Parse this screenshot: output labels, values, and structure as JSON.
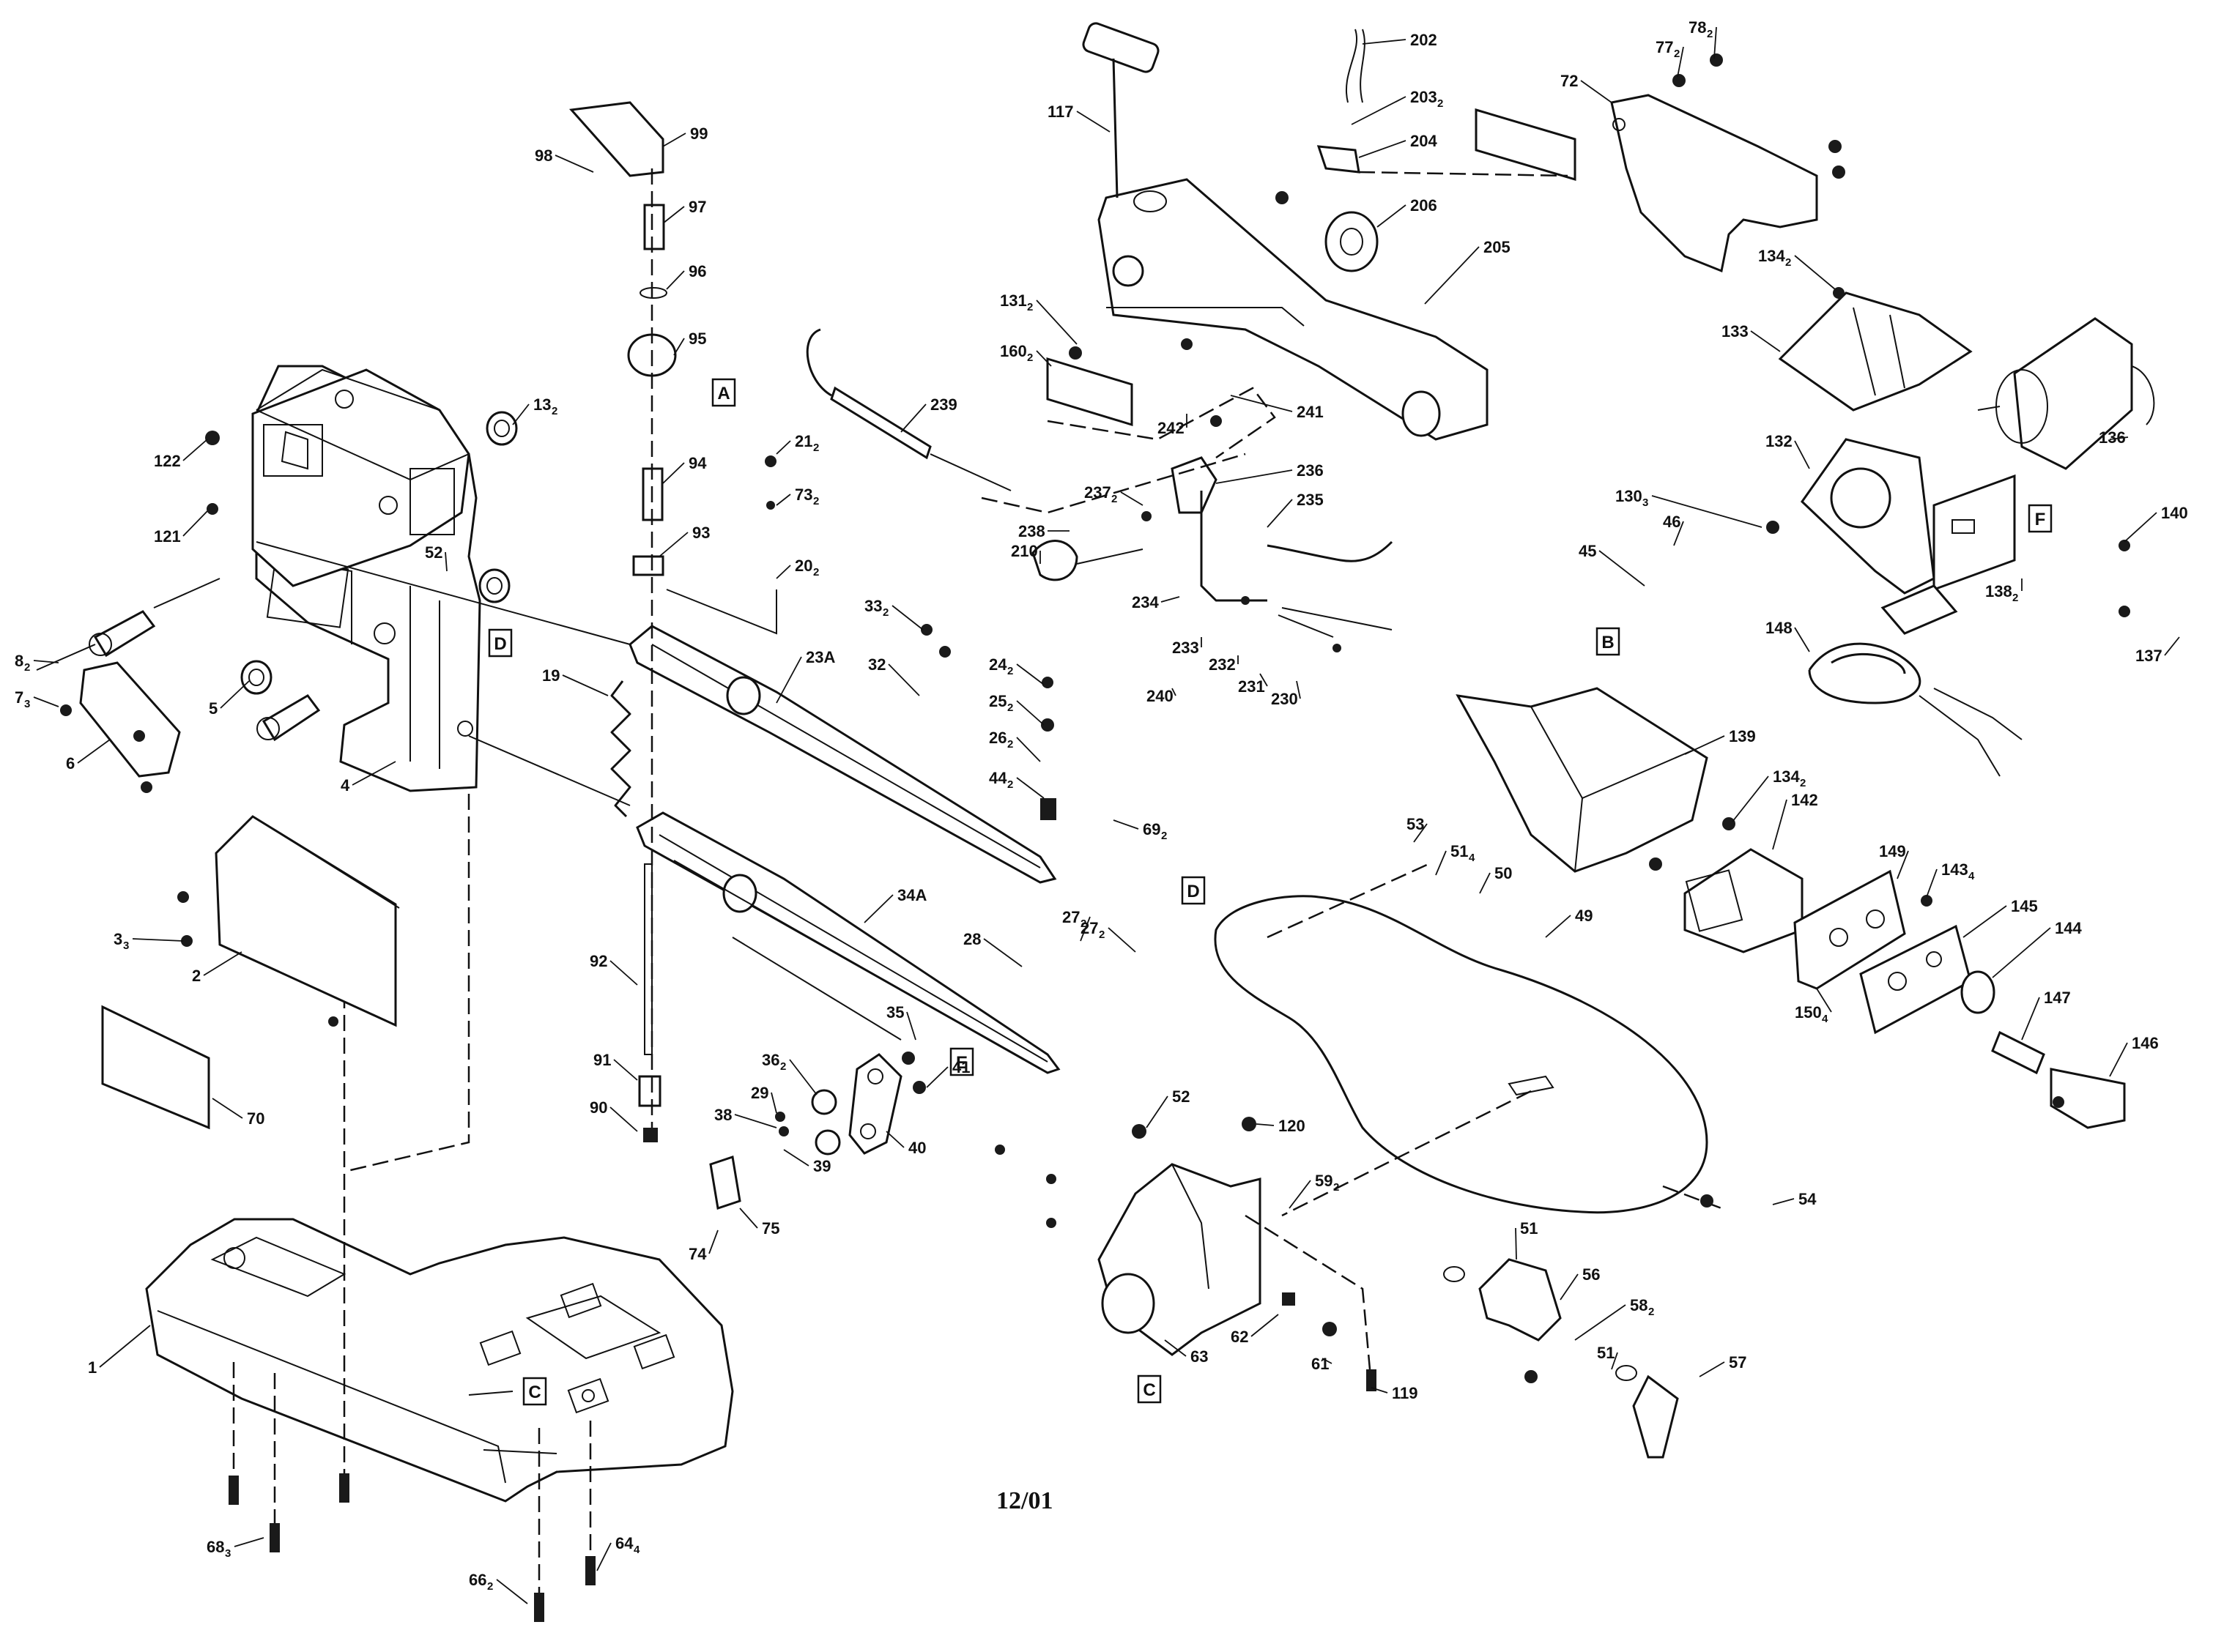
{
  "footer_date": "12/01",
  "section_tags": [
    "A",
    "B",
    "C",
    "D",
    "E",
    "F"
  ],
  "part_labels": [
    "1",
    "2",
    "3",
    "4",
    "5",
    "6",
    "7",
    "8",
    "13",
    "19",
    "20",
    "21",
    "23A",
    "24",
    "25",
    "26",
    "27",
    "28",
    "29",
    "32",
    "33",
    "34A",
    "35",
    "36",
    "38",
    "39",
    "40",
    "41",
    "44",
    "45",
    "46",
    "49",
    "50",
    "51",
    "52",
    "53",
    "54",
    "56",
    "57",
    "58",
    "59",
    "61",
    "62",
    "63",
    "64",
    "66",
    "68",
    "69",
    "70",
    "72",
    "73",
    "74",
    "75",
    "77",
    "78",
    "90",
    "91",
    "92",
    "93",
    "94",
    "95",
    "96",
    "97",
    "98",
    "99",
    "117",
    "119",
    "120",
    "121",
    "122",
    "130",
    "131",
    "132",
    "133",
    "134",
    "136",
    "137",
    "138",
    "139",
    "140",
    "142",
    "143",
    "144",
    "145",
    "146",
    "147",
    "148",
    "149",
    "150",
    "160",
    "202",
    "203",
    "204",
    "205",
    "206",
    "210",
    "230",
    "231",
    "232",
    "233",
    "234",
    "235",
    "236",
    "237",
    "238",
    "239",
    "240",
    "241",
    "242"
  ]
}
